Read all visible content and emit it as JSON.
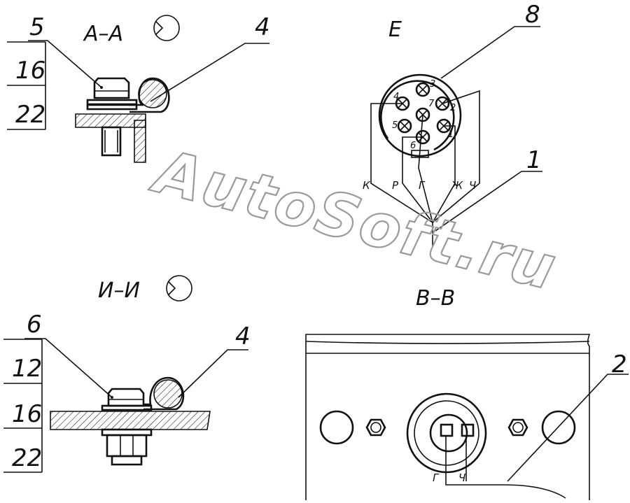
{
  "section_aa": {
    "title": "А–А",
    "callout_bolt": "5",
    "callout_clamp": "4",
    "table_values": [
      "16",
      "22"
    ]
  },
  "section_ii": {
    "title": "И–И",
    "callout_bolt": "6",
    "callout_clamp": "4",
    "table_values": [
      "12",
      "16",
      "22"
    ]
  },
  "view_e": {
    "title": "Е",
    "callout_socket": "8",
    "callout_harness": "1",
    "pin_numbers": [
      "1",
      "2",
      "3",
      "4",
      "5",
      "6",
      "7"
    ],
    "wire_colors": [
      "К",
      "Р",
      "Г",
      "Ж",
      "Ч"
    ]
  },
  "section_vv": {
    "title": "В–В",
    "callout_harness": "2",
    "wire_colors": [
      "Г",
      "Ч"
    ]
  },
  "watermark": "AutoSoft.ru"
}
